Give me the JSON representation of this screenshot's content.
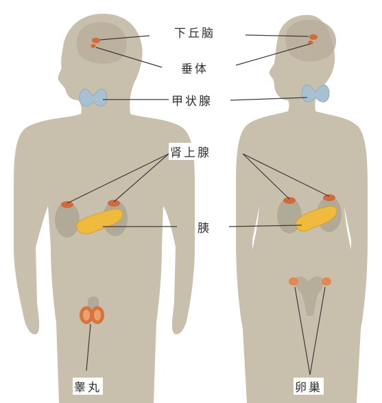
{
  "labels": {
    "hypothalamus": "下丘脑",
    "pituitary": "垂体",
    "thyroid": "甲状腺",
    "adrenal": "肾上腺",
    "pancreas": "胰",
    "testis": "睾丸",
    "ovary": "卵巢"
  },
  "colors": {
    "body": "#c9bfad",
    "brain": "#b8ae9b",
    "thyroid": "#a9c0d3",
    "adrenal": "#d26a3c",
    "kidney": "#b2aa98",
    "pancreas": "#efbb3e",
    "testis": "#d8733f",
    "ovary": "#e18a50",
    "uterus": "#b7ad9b",
    "line": "#3a3a3a"
  }
}
